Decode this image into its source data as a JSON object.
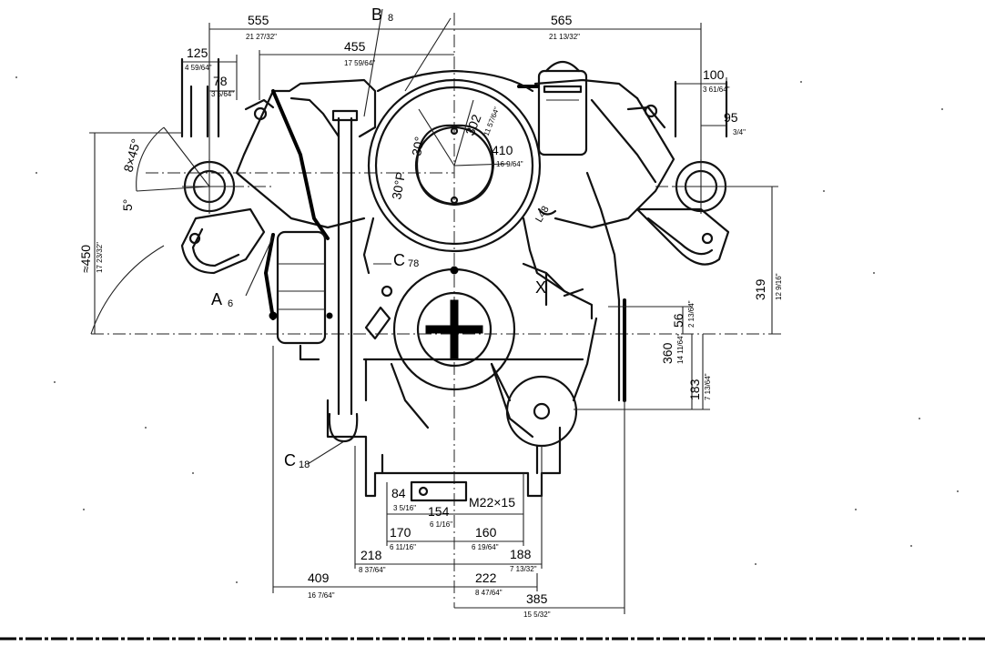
{
  "labels": {
    "a6": {
      "main": "A",
      "sub": "6"
    },
    "b8": {
      "main": "B",
      "sub": "8"
    },
    "c78": {
      "main": "C",
      "sub": "78"
    },
    "c18": {
      "main": "C",
      "sub": "18"
    },
    "x": "X",
    "l48": "L48"
  },
  "dimensions": {
    "w555_left": {
      "mm": "555",
      "inch": "21 27/32\""
    },
    "w555_right": {
      "mm": "565",
      "inch": "21 13/32\""
    },
    "w455": {
      "mm": "455",
      "inch": "17 59/64\""
    },
    "w125": {
      "mm": "125",
      "inch": "4 59/64\""
    },
    "w78": {
      "mm": "78",
      "inch": "3 5/64\""
    },
    "w100": {
      "mm": "100",
      "inch": "3 61/64\""
    },
    "w95": {
      "mm": "95",
      "inch": "3/4\""
    },
    "h450": {
      "mm": "≈450",
      "inch": "17 23/32\""
    },
    "h319": {
      "mm": "319",
      "inch": "12 9/16\""
    },
    "h56": {
      "mm": "56",
      "inch": "2 13/64\""
    },
    "h360": {
      "mm": "360",
      "inch": "14 11/64\""
    },
    "h183": {
      "mm": "183",
      "inch": "7 13/64\""
    },
    "d302": {
      "mm": "302",
      "inch": "11 57/64\""
    },
    "d410": {
      "mm": "410",
      "inch": "16 9/64\""
    },
    "a30p": "30°P",
    "a30": "30°",
    "a45": "8×45°",
    "a5": "5°",
    "w84": {
      "mm": "84",
      "inch": "3 5/16\""
    },
    "w154": {
      "mm": "154",
      "inch": "6 1/16\""
    },
    "thread": "M22×15",
    "w170": {
      "mm": "170",
      "inch": "6 11/16\""
    },
    "w160": {
      "mm": "160",
      "inch": "6 19/64\""
    },
    "w218": {
      "mm": "218",
      "inch": "8 37/64\""
    },
    "w188": {
      "mm": "188",
      "inch": "7 13/32\""
    },
    "w409": {
      "mm": "409",
      "inch": "16 7/64\""
    },
    "w222": {
      "mm": "222",
      "inch": "8 47/64\""
    },
    "w385": {
      "mm": "385",
      "inch": "15 5/32\""
    }
  }
}
